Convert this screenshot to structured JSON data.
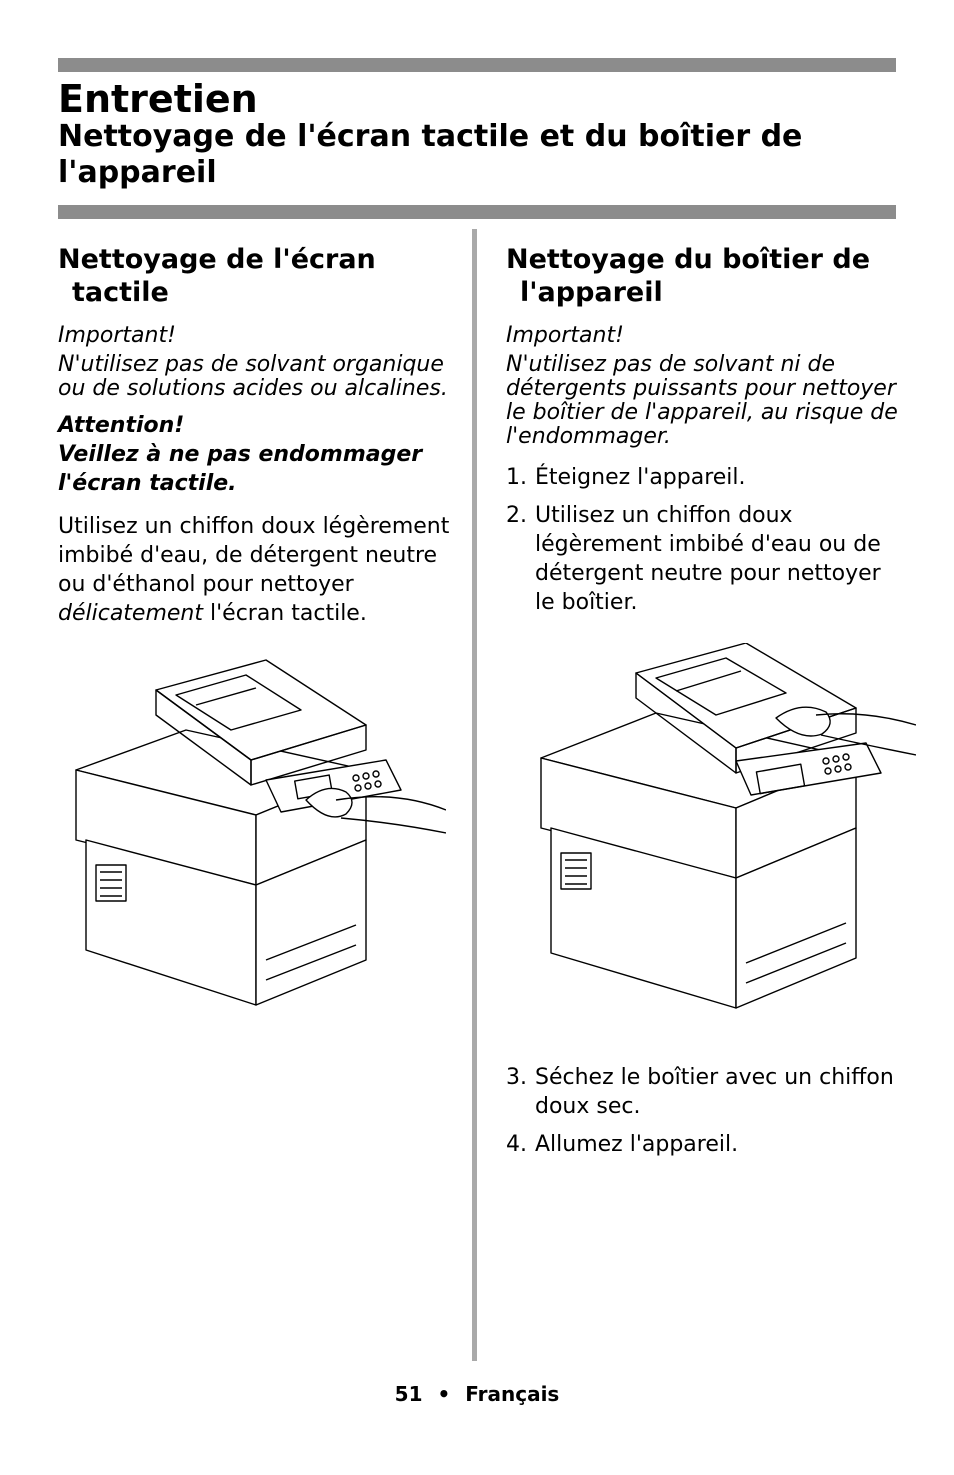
{
  "header": {
    "title": "Entretien",
    "subtitle": "Nettoyage de l'écran tactile et du boîtier de l'appareil"
  },
  "left": {
    "heading_line1": "Nettoyage de l'écran",
    "heading_line2": "tactile",
    "important_label": "Important!",
    "important_text": "N'utilisez pas de solvant organique ou de solutions acides ou alcalines.",
    "attention_label": "Attention!",
    "attention_text": "Veillez à ne pas endommager l'écran tactile.",
    "body_before": "Utilisez un chiffon doux légèrement imbibé d'eau, de détergent neutre ou d'éthanol pour nettoyer ",
    "body_emph": "délicatement",
    "body_after": " l'écran tactile."
  },
  "right": {
    "heading_line1": "Nettoyage du boîtier de",
    "heading_line2": "l'appareil",
    "important_label": "Important!",
    "important_text": "N'utilisez pas de solvant ni de détergents puissants pour nettoyer le boîtier de l'appareil,  au risque de l'endommager.",
    "steps_before": [
      {
        "num": "1.",
        "text": "Éteignez l'appareil."
      },
      {
        "num": "2.",
        "text": "Utilisez un chiffon doux légèrement imbibé d'eau ou de détergent neutre pour nettoyer le boîtier."
      }
    ],
    "steps_after": [
      {
        "num": "3.",
        "text": "Séchez le boîtier avec un chiffon doux sec."
      },
      {
        "num": "4.",
        "text": "Allumez l'appareil."
      }
    ]
  },
  "footer": {
    "page_number": "51",
    "bullet": "•",
    "language": "Français"
  }
}
